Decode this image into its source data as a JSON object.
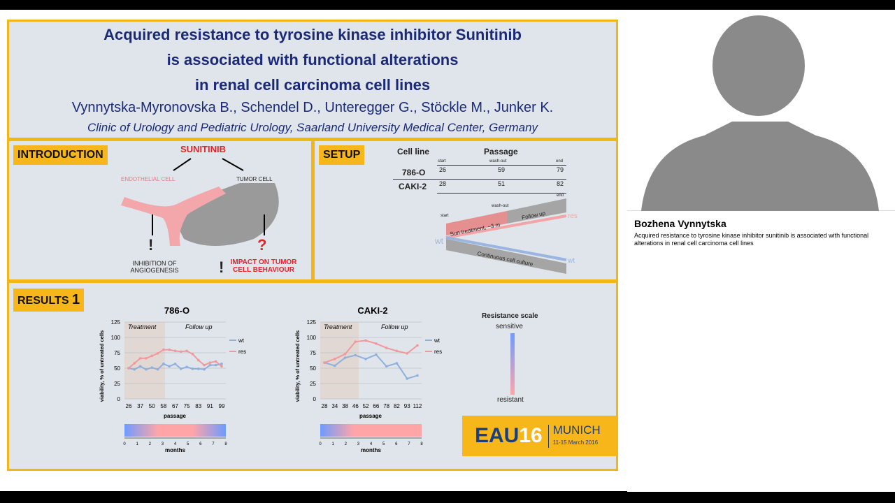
{
  "poster": {
    "title_lines": [
      "Acquired resistance to tyrosine kinase inhibitor Sunitinib",
      "is associated with functional alterations",
      "in renal cell carcinoma cell lines"
    ],
    "authors": "Vynnytska-Myronovska B., Schendel D., Unteregger G., Stöckle M., Junker K.",
    "affiliation": "Clinic of Urology and Pediatric Urology, Saarland University Medical Center, Germany",
    "intro": {
      "tag": "INTRODUCTION",
      "drug": "SUNITINIB",
      "endothelial": "ENDOTHELIAL CELL",
      "tumor": "TUMOR  CELL",
      "inhibition": "INHIBITION OF ANGIOGENESIS",
      "impact": "IMPACT ON TUMOR CELL BEHAVIOUR",
      "excl": "!",
      "question": "?"
    },
    "setup": {
      "tag": "SETUP",
      "headers": [
        "Cell line",
        "Passage"
      ],
      "subheaders": [
        "start",
        "wash-out",
        "end"
      ],
      "rows": [
        {
          "line": "786-O",
          "values": [
            "26",
            "59",
            "79"
          ]
        },
        {
          "line": "CAKI-2",
          "values": [
            "28",
            "51",
            "82"
          ]
        }
      ],
      "diagram": {
        "start": "start",
        "washout": "wash-out",
        "end": "end",
        "treatment": "Sun treatment, ~3 m",
        "followup": "Follow up",
        "continuous": "Continuous cell culture",
        "res": "res",
        "wt": "wt"
      }
    },
    "results": {
      "tag": "RESULTS",
      "tag_num": "1",
      "scale_title": "Resistance scale",
      "scale_top": "sensitive",
      "scale_bottom": "resistant",
      "months_label": "months",
      "months_ticks": [
        "0",
        "1",
        "2",
        "3",
        "4",
        "5",
        "6",
        "7",
        "8"
      ]
    },
    "logo": {
      "text": "EAU16 MUNICH 11-15 March 2016"
    }
  },
  "chart_data": [
    {
      "type": "line",
      "title": "786-O",
      "xlabel": "passage",
      "ylabel": "viability, % of untreated cells",
      "ylim": [
        0,
        125
      ],
      "yticks": [
        0,
        25,
        50,
        75,
        100,
        125
      ],
      "categories": [
        "26",
        "",
        "37",
        "",
        "50",
        "",
        "58",
        "",
        "67",
        "",
        "75",
        "",
        "83",
        "",
        "91",
        "",
        "99"
      ],
      "regions": [
        "Treatment",
        "Follow up"
      ],
      "series": [
        {
          "name": "wt",
          "color": "#8fb0dc",
          "values": [
            50,
            48,
            53,
            48,
            51,
            48,
            57,
            53,
            57,
            49,
            52,
            49,
            49,
            48,
            55,
            55,
            57
          ]
        },
        {
          "name": "res",
          "color": "#f0999c",
          "values": [
            50,
            58,
            66,
            66,
            70,
            74,
            80,
            80,
            78,
            77,
            78,
            73,
            63,
            55,
            59,
            61,
            53
          ]
        }
      ],
      "months_gradient": [
        "#6f9bff",
        "#ffa5a8",
        "#ffa5a8",
        "#6f9bff"
      ]
    },
    {
      "type": "line",
      "title": "CAKI-2",
      "xlabel": "passage",
      "ylabel": "viability, % of untreated cells",
      "ylim": [
        0,
        125
      ],
      "yticks": [
        0,
        25,
        50,
        75,
        100,
        125
      ],
      "categories": [
        "28",
        "34",
        "38",
        "46",
        "52",
        "66",
        "78",
        "82",
        "93",
        "112"
      ],
      "regions": [
        "Treatment",
        "Follow up"
      ],
      "series": [
        {
          "name": "wt",
          "color": "#8fb0dc",
          "values": [
            59,
            54,
            67,
            71,
            65,
            72,
            53,
            58,
            33,
            38
          ]
        },
        {
          "name": "res",
          "color": "#f0999c",
          "values": [
            59,
            65,
            73,
            93,
            95,
            90,
            83,
            78,
            74,
            87
          ]
        }
      ],
      "months_gradient": [
        "#6f9bff",
        "#ffa5a8",
        "#ffa5a8",
        "#ffa5a8"
      ]
    }
  ],
  "speaker": {
    "name": "Bozhena Vynnytska",
    "description": "Acquired resistance to tyrosine kinase inhibitor sunitinib is associated with functional alterations in renal cell carcinoma cell lines"
  }
}
